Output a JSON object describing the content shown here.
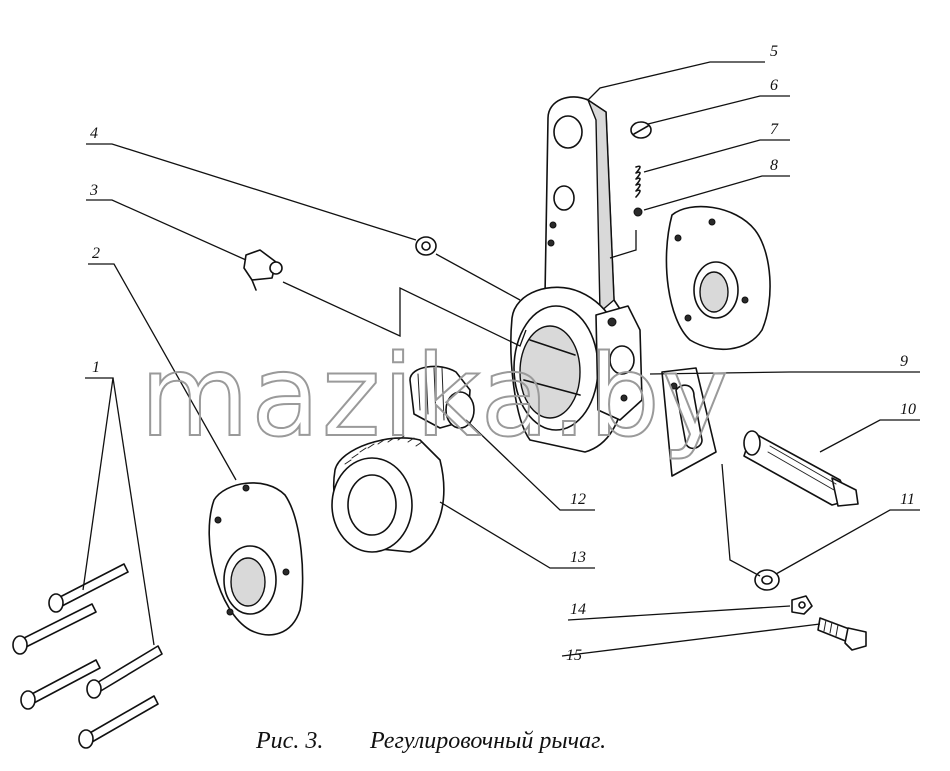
{
  "caption": {
    "figure": "Рис. 3.",
    "title": "Регулировочный рычаг."
  },
  "watermark": "mazika.by",
  "callouts": [
    "1",
    "2",
    "3",
    "4",
    "5",
    "6",
    "7",
    "8",
    "9",
    "10",
    "11",
    "12",
    "13",
    "14",
    "15"
  ]
}
